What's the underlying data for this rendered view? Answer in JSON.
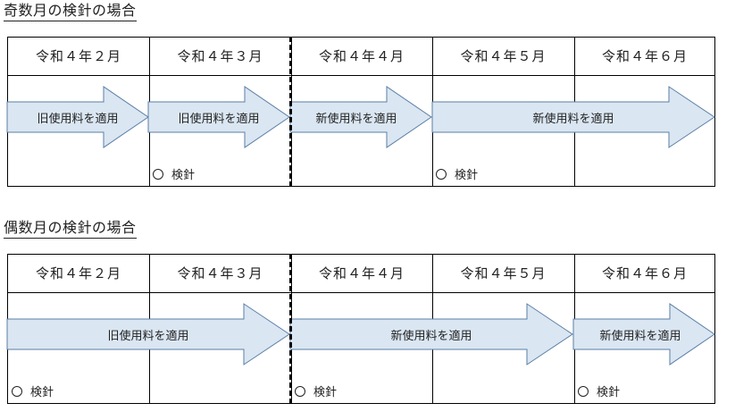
{
  "odd_section": {
    "title": "奇数月の検針の場合",
    "months": [
      "令和４年２月",
      "令和４年３月",
      "令和４年４月",
      "令和４年５月",
      "令和４年６月"
    ],
    "arrows": [
      "旧使用料を適用",
      "旧使用料を適用",
      "新使用料を適用",
      "新使用料を適用"
    ],
    "reading_label": "検針"
  },
  "even_section": {
    "title": "偶数月の検針の場合",
    "months": [
      "令和４年２月",
      "令和４年３月",
      "令和４年４月",
      "令和４年５月",
      "令和４年６月"
    ],
    "arrows": [
      "旧使用料を適用",
      "新使用料を適用",
      "新使用料を適用"
    ],
    "reading_label": "検針"
  }
}
